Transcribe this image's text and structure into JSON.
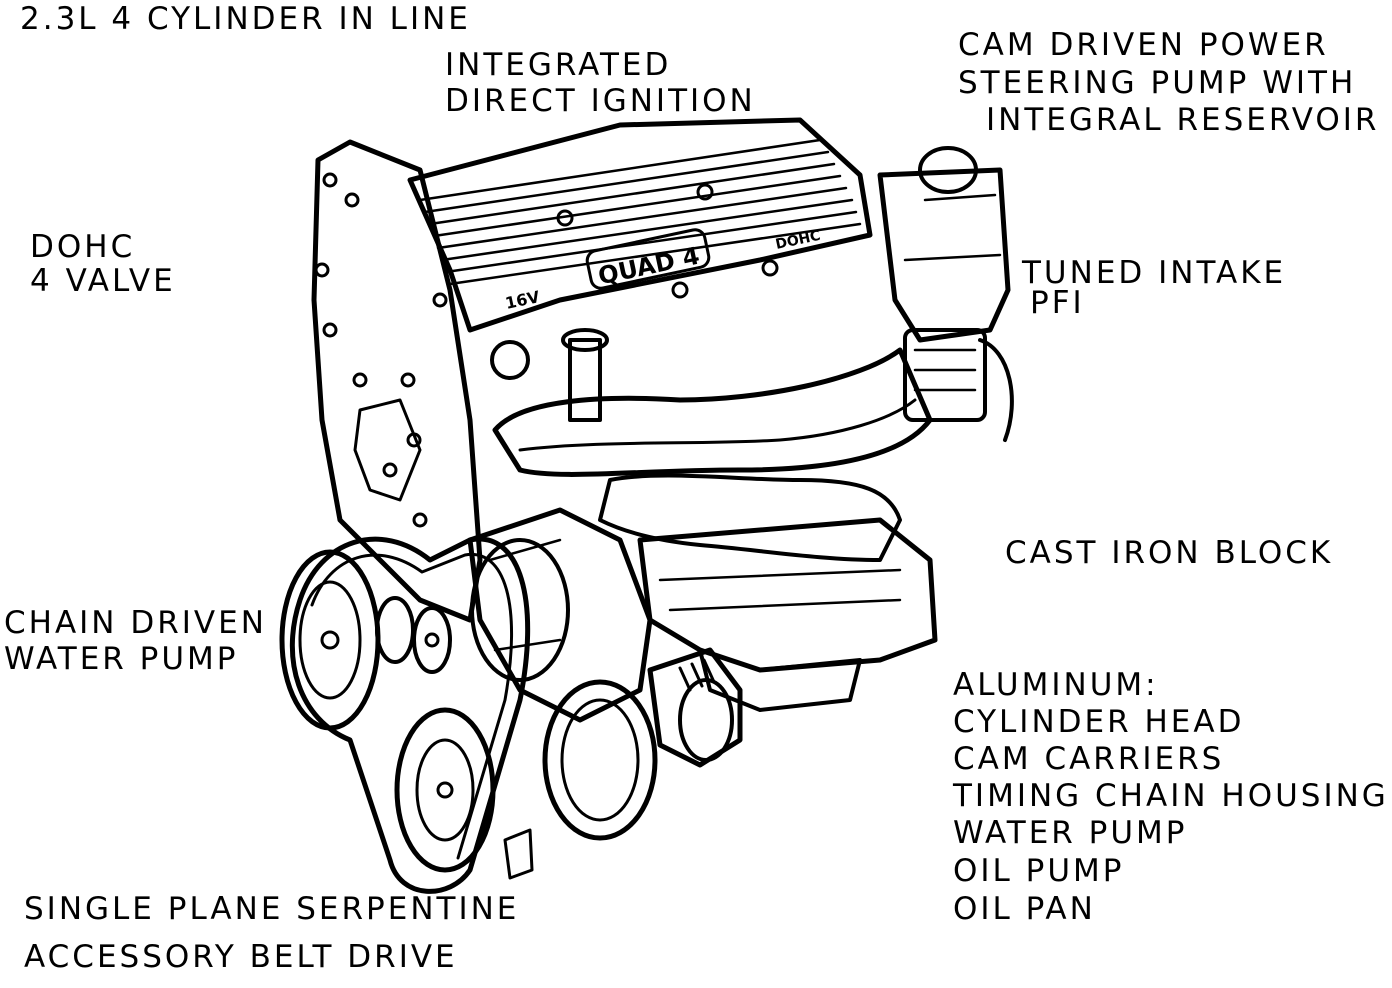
{
  "labels": {
    "engine_type": "2.3L 4 CYLINDER IN LINE",
    "ignition": [
      "INTEGRATED",
      "DIRECT IGNITION"
    ],
    "power_steering": [
      "CAM DRIVEN POWER",
      "STEERING PUMP WITH",
      "INTEGRAL RESERVOIR"
    ],
    "valvetrain": [
      "DOHC",
      "4 VALVE"
    ],
    "intake": [
      "TUNED INTAKE",
      "PFI"
    ],
    "block": "CAST IRON BLOCK",
    "water_pump": [
      "CHAIN DRIVEN",
      "WATER PUMP"
    ],
    "aluminum_parts": [
      "ALUMINUM:",
      "CYLINDER HEAD",
      "CAM CARRIERS",
      "TIMING CHAIN HOUSING",
      "WATER PUMP",
      "OIL PUMP",
      "OIL PAN"
    ],
    "belt_drive": [
      "SINGLE PLANE SERPENTINE",
      "ACCESSORY BELT DRIVE"
    ]
  },
  "engine_badges": {
    "quad4": "QUAD 4",
    "valves": "16V",
    "ohc": "DOHC"
  },
  "colors": {
    "ink": "#000000",
    "paper": "#ffffff"
  }
}
